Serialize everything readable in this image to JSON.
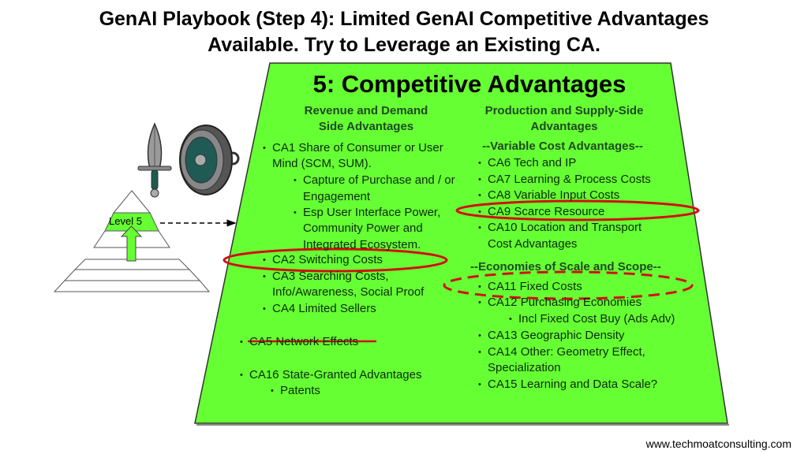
{
  "slide": {
    "title_line1": "GenAI Playbook (Step 4): Limited GenAI Competitive Advantages",
    "title_line2": "Available. Try to Leverage an Existing CA.",
    "website": "www.techmoatconsulting.com"
  },
  "pyramid": {
    "level_label": "Level 5"
  },
  "panel": {
    "title": "5: Competitive Advantages",
    "left": {
      "heading1": "Revenue and Demand",
      "heading2": "Side Advantages",
      "ca1a": "CA1 Share of Consumer or User",
      "ca1b": "Mind (SCM, SUM).",
      "capture_a": "Capture of Purchase and / or",
      "capture_b": "Engagement",
      "esp_a": "Esp User Interface Power,",
      "esp_b": "Community Power and",
      "esp_c": "Integrated Ecosystem.",
      "ca2": "CA2 Switching Costs",
      "ca3a": "CA3 Searching Costs,",
      "ca3b": "Info/Awareness, Social Proof",
      "ca4": "CA4 Limited Sellers",
      "ca5": "CA5 Network Effects",
      "ca16": "CA16 State-Granted Advantages",
      "patents": "Patents"
    },
    "right": {
      "heading1": "Production and Supply-Side",
      "heading2": "Advantages",
      "variable": "--Variable Cost Advantages--",
      "ca6": "CA6 Tech and IP",
      "ca7": "CA7 Learning & Process Costs",
      "ca8": "CA8 Variable Input Costs",
      "ca9": "CA9 Scarce Resource",
      "ca10a": "CA10 Location and Transport",
      "ca10b": "Cost Advantages",
      "economies": "--Economies of Scale and Scope--",
      "ca11": "CA11 Fixed Costs",
      "ca12": "CA12 Purchasing Economies",
      "incl": "Incl Fixed Cost Buy (Ads Adv)",
      "ca13": "CA13 Geographic Density",
      "ca14a": "CA14 Other: Geometry Effect,",
      "ca14b": "Specialization",
      "ca15": "CA15 Learning and Data Scale?"
    }
  },
  "colors": {
    "panel": "#66ff33",
    "highlight": "#d01010",
    "pyramid_level": "#66ff33"
  }
}
